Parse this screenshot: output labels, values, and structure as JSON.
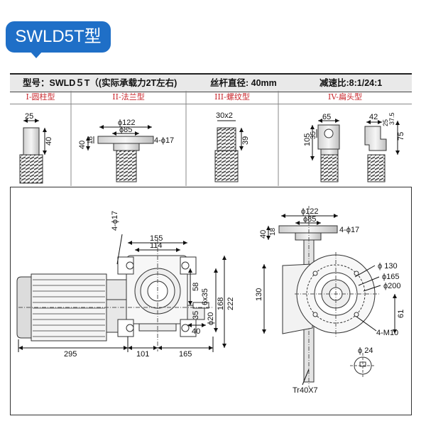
{
  "badge": {
    "title": "SWLD5T型"
  },
  "spec": {
    "model": "型号：SWLD５T（(实际承载力2T左右)",
    "screw_dia": "丝杆直径: 40mm",
    "ratio": "减速比:8:1/24:1"
  },
  "types": {
    "t1": "I-圆柱型",
    "t2": "II-法兰型",
    "t3": "III-螺纹型",
    "t4": "IV-扁头型"
  },
  "type1": {
    "w": "25",
    "h": "40"
  },
  "type2": {
    "d1": "ϕ122",
    "d2": "ϕ85",
    "holes": "4-ϕ17",
    "h1": "40",
    "h2": "18"
  },
  "type3": {
    "thread": "30x2",
    "len": "39"
  },
  "type4": {
    "w1": "65",
    "w2": "42",
    "h1": "105",
    "h2": "35",
    "h3": "75",
    "h4": "37.5",
    "h5": "25"
  },
  "front": {
    "holes": "4-ϕ17",
    "w155": "155",
    "w114": "114",
    "h222": "222",
    "h168": "168",
    "h58": "58",
    "h35": "35",
    "key": "6x35",
    "shaft": "ϕ20",
    "w40": "40",
    "w295": "295",
    "w101": "101",
    "w165": "165"
  },
  "side": {
    "d122": "ϕ122",
    "d85": "ϕ85",
    "holes": "4-ϕ17",
    "h40": "40",
    "h18": "18",
    "h130": "130",
    "d130": "ϕ 130",
    "d165": "ϕ165",
    "d200": "ϕ200",
    "h61": "61",
    "m10": "4-M10",
    "d24": "ϕ 24",
    "tr": "Tr40X7"
  }
}
